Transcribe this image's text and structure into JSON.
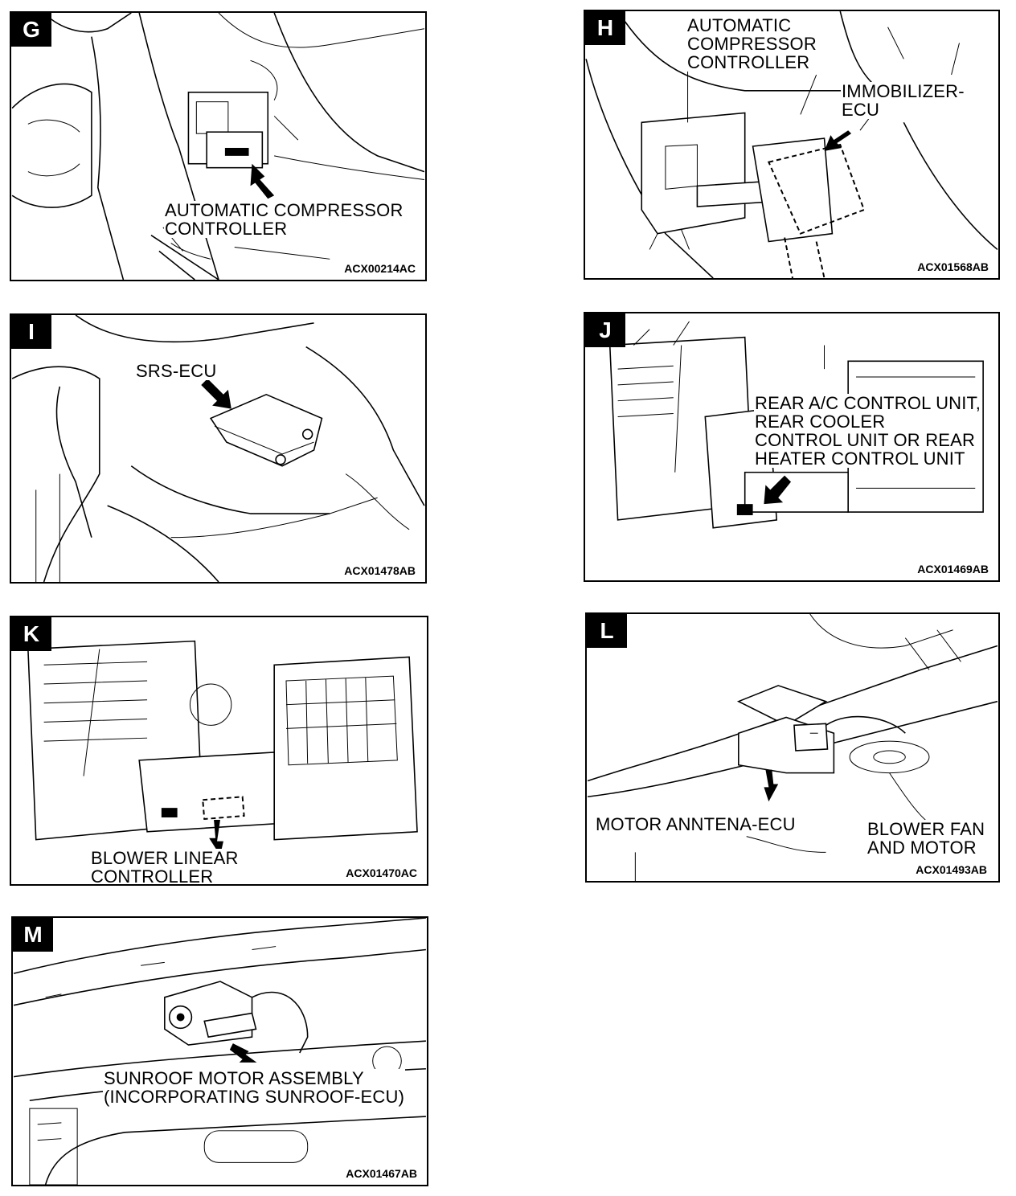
{
  "panels": [
    {
      "id": "G",
      "badge": "G",
      "labels": [
        "AUTOMATIC COMPRESSOR\nCONTROLLER"
      ],
      "code": "ACX00214AC"
    },
    {
      "id": "H",
      "badge": "H",
      "labels": [
        "AUTOMATIC\nCOMPRESSOR\nCONTROLLER",
        "IMMOBILIZER-\nECU"
      ],
      "code": "ACX01568AB"
    },
    {
      "id": "I",
      "badge": "I",
      "labels": [
        "SRS-ECU"
      ],
      "code": "ACX01478AB"
    },
    {
      "id": "J",
      "badge": "J",
      "labels": [
        "REAR A/C CONTROL UNIT,\nREAR COOLER\nCONTROL UNIT OR REAR\nHEATER CONTROL UNIT"
      ],
      "code": "ACX01469AB"
    },
    {
      "id": "K",
      "badge": "K",
      "labels": [
        "BLOWER LINEAR\nCONTROLLER"
      ],
      "code": "ACX01470AC"
    },
    {
      "id": "L",
      "badge": "L",
      "labels": [
        "MOTOR ANNTENA-ECU",
        "BLOWER FAN\nAND MOTOR"
      ],
      "code": "ACX01493AB"
    },
    {
      "id": "M",
      "badge": "M",
      "labels": [
        "SUNROOF MOTOR ASSEMBLY\n(INCORPORATING SUNROOF-ECU)"
      ],
      "code": "ACX01467AB"
    }
  ]
}
